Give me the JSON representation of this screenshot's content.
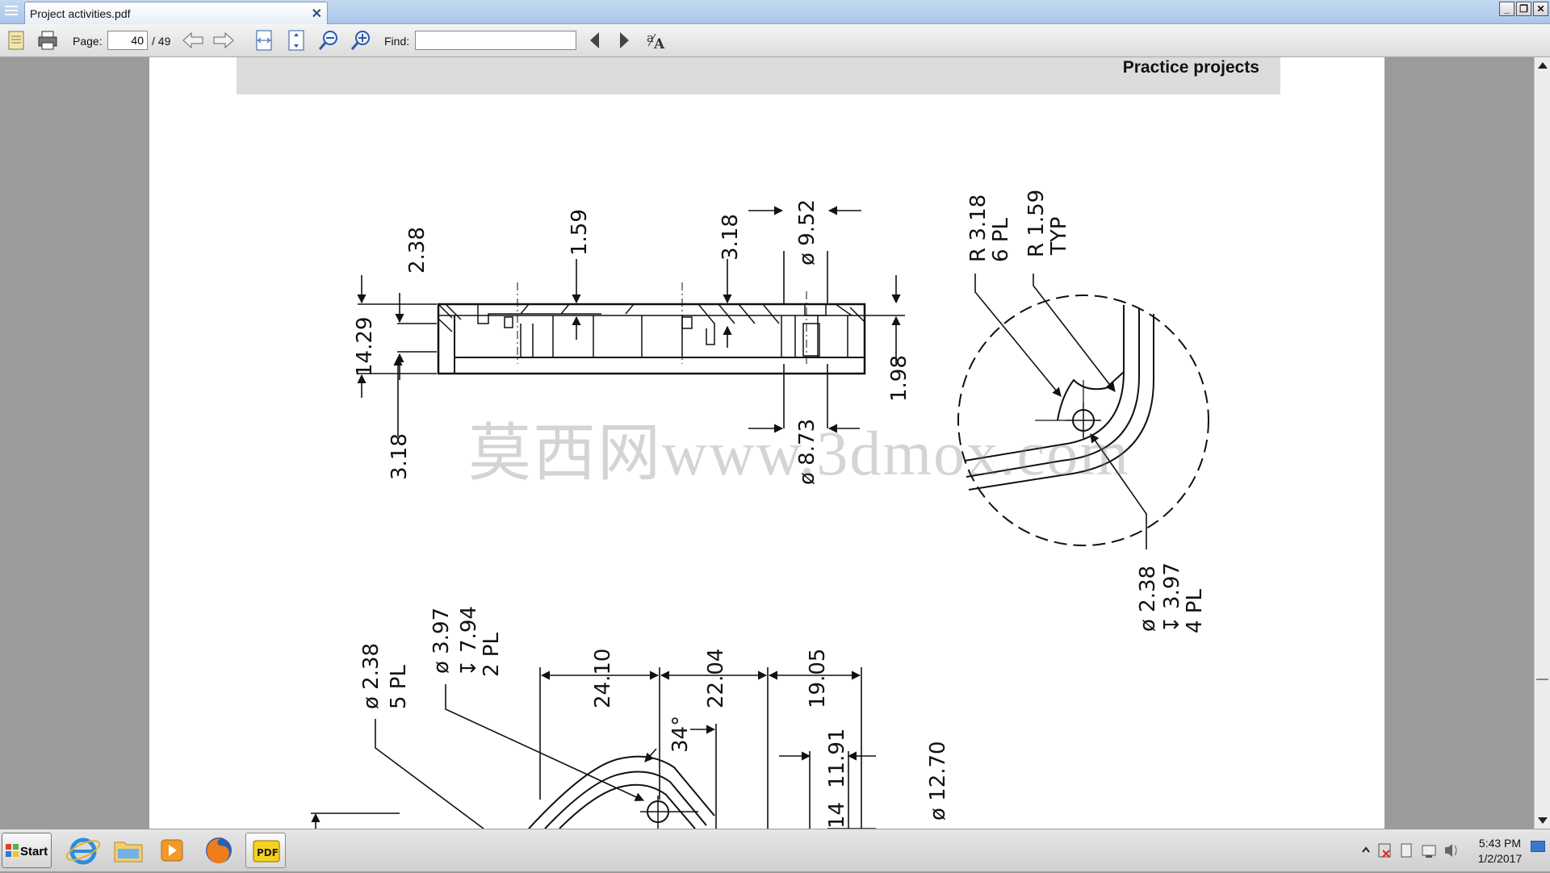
{
  "window": {
    "tab_title": "Project activities.pdf",
    "tab_close": "✕",
    "controls": {
      "minimize": "_",
      "restore": "❐",
      "close": "✕"
    }
  },
  "toolbar": {
    "page_label": "Page:",
    "page_value": "40",
    "page_total": "/ 49",
    "find_label": "Find:",
    "find_value": ""
  },
  "document": {
    "header_title": "Practice projects",
    "watermark": "莫西网www.3dmox.com",
    "dims_top": {
      "d_14_29": "14.29",
      "d_2_38": "2.38",
      "d_1_59": "1.59",
      "d_3_18_a": "3.18",
      "d_9_52": "ø 9.52",
      "d_3_18_b": "3.18",
      "d_1_98": "1.98",
      "d_8_73": "ø 8.73"
    },
    "detail": {
      "r318": "R 3.18",
      "r318_pl": "6 PL",
      "r159": "R 1.59",
      "r159_typ": "TYP",
      "d238": "ø 2.38",
      "d397": "↧ 3.97",
      "d4pl": "4 PL"
    },
    "dims_bottom": {
      "h238": "ø 2.38",
      "h238_pl": "5 PL",
      "h397": "ø 3.97",
      "h794": "↧ 7.94",
      "h2pl": "2 PL",
      "d24_10": "24.10",
      "d22_04": "22.04",
      "d19_05": "19.05",
      "a34": "34°",
      "d11_91": "11.91",
      "d14": "14",
      "d12_70": "ø 12.70"
    }
  },
  "taskbar": {
    "start_label": "Start",
    "clock_time": "5:43 PM",
    "clock_date": "1/2/2017"
  }
}
